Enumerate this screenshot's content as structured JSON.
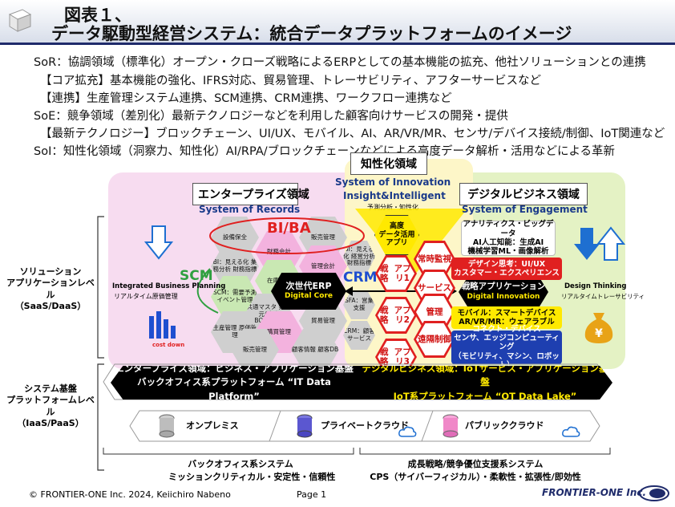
{
  "header": {
    "title_line1": "図表１、",
    "title_line2": "データ駆動型経営システム：統合データプラットフォームのイメージ"
  },
  "intro": {
    "lines": [
      "SoR：協調領域（標準化）オープン・クローズ戦略によるERPとしての基本機能の拡充、他社ソリューションとの連携",
      "【コア拡充】基本機能の強化、IFRS対応、貿易管理、トレーサビリティ、アフターサービスなど",
      "【連携】生産管理システム連携、SCM連携、CRM連携、ワークフロー連携など",
      "SoE：競争領域（差別化）最新テクノロジーなどを利用した顧客向けサービスの開発・提供",
      "【最新テクノロジー】ブロックチェーン、UI/UX、モバイル、AI、AR/VR/MR、センサ/デバイス接続/制御、IoT関連など",
      "SoI：知性化領域（洞察力、知性化）AI/RPA/ブロックチェーンなどによる高度データ解析・活用などによる革新"
    ]
  },
  "left_labels": {
    "solution_level": [
      "ソリューション",
      "アプリケーションレベル",
      "（SaaS/DaaS）"
    ],
    "system_level": [
      "システム基盤",
      "プラットフォームレベル",
      "（IaaS/PaaS）"
    ]
  },
  "intelligence": {
    "title": "知性化領域",
    "sys_name": "System of Innovation",
    "sys_name2": "Insight&Intelligent",
    "sub": "予測分析・知性化",
    "center_label": [
      "高度",
      "データ活用",
      "アプリ"
    ]
  },
  "enterprise": {
    "title": "エンタープライズ領域",
    "sys_name": "System of Records",
    "bi": "BI/BA",
    "scm": "SCM",
    "ibp_label": "Integrated Business Planning",
    "ibp_sub": "リアルタイム原価管理",
    "cost_down": "cost down",
    "core_title": "次世代ERP",
    "core_sub": "Digital Core",
    "hexes": [
      "設備保全",
      "販売管理",
      "財務会計",
      "BI：見える化 業務分析 財務指標",
      "管理会計",
      "在庫物流",
      "SCM：需要予測 イベント管理",
      "共通マスタ 発生元/追跡 BOM/BOP",
      "SFA：営業支援",
      "生産管理 原価管理",
      "購買管理",
      "販売管理",
      "CRM：顧客 サービス",
      "貿易管理",
      "顧客情報 顧客DB",
      "BI：見える化 経営分析 財務指標"
    ]
  },
  "crm": "CRM",
  "center": {
    "strategy": [
      "戦略",
      "アプリ1",
      "戦略",
      "アプリ2",
      "戦略",
      "アプリ3"
    ],
    "labels": [
      "常時監視",
      "サービス",
      "管理",
      "遠隔制御"
    ]
  },
  "digital": {
    "title": "デジタルビジネス領域",
    "sys_name": "System of Engagement",
    "core_title": "戦略アプリケーション",
    "core_sub": "Digital Innovation",
    "design_thinking": "Design Thinking",
    "design_sub": "リアルタイムトレーサビリティ",
    "bars": [
      [
        "アナリティクス・ビッグデータ",
        "AI人工知能：生成AI",
        "機械学習ML・画像解析"
      ],
      [
        "デザイン思考：UI/UX",
        "カスタマー・エクスペリエンス"
      ],
      [
        "モバイル：スマートデバイス",
        "AR/VR/MR：ウェアラブル"
      ],
      [
        "コネクト・デバイス",
        "センサ、エッジコンピューティング",
        "（モビリティ、マシン、ロボット）"
      ]
    ]
  },
  "platform": {
    "left": [
      "エンタープライズ領域：ビジネス・アプリケーション基盤",
      "バックオフィス系プラットフォーム “IT Data Platform”"
    ],
    "right": [
      "デジタルビジネス領域：IoTサービス・アプリケーション基盤",
      "IoT系プラットフォーム “OT Data Lake”"
    ],
    "clouds": [
      "オンプレミス",
      "プライベートクラウド",
      "パブリッククラウド"
    ]
  },
  "bottom": {
    "left": [
      "バックオフィス系システム",
      "ミッションクリティカル・安定性・信頼性"
    ],
    "right": [
      "成長戦略/競争優位支援系システム",
      "CPS（サイバーフィジカル）・柔軟性・拡張性/即効性"
    ]
  },
  "footer": {
    "copyright": "© FRONTIER-ONE Inc. 2024,  Keiichiro  Nabeno",
    "page": "Page 1",
    "logo": "FRONTIER-ONE Inc."
  },
  "colors": {
    "navy": "#1f2b6b",
    "red": "#e02020",
    "green": "#2fa040",
    "yellow": "#fff200",
    "blue_arrow": "#1e6fd1"
  }
}
